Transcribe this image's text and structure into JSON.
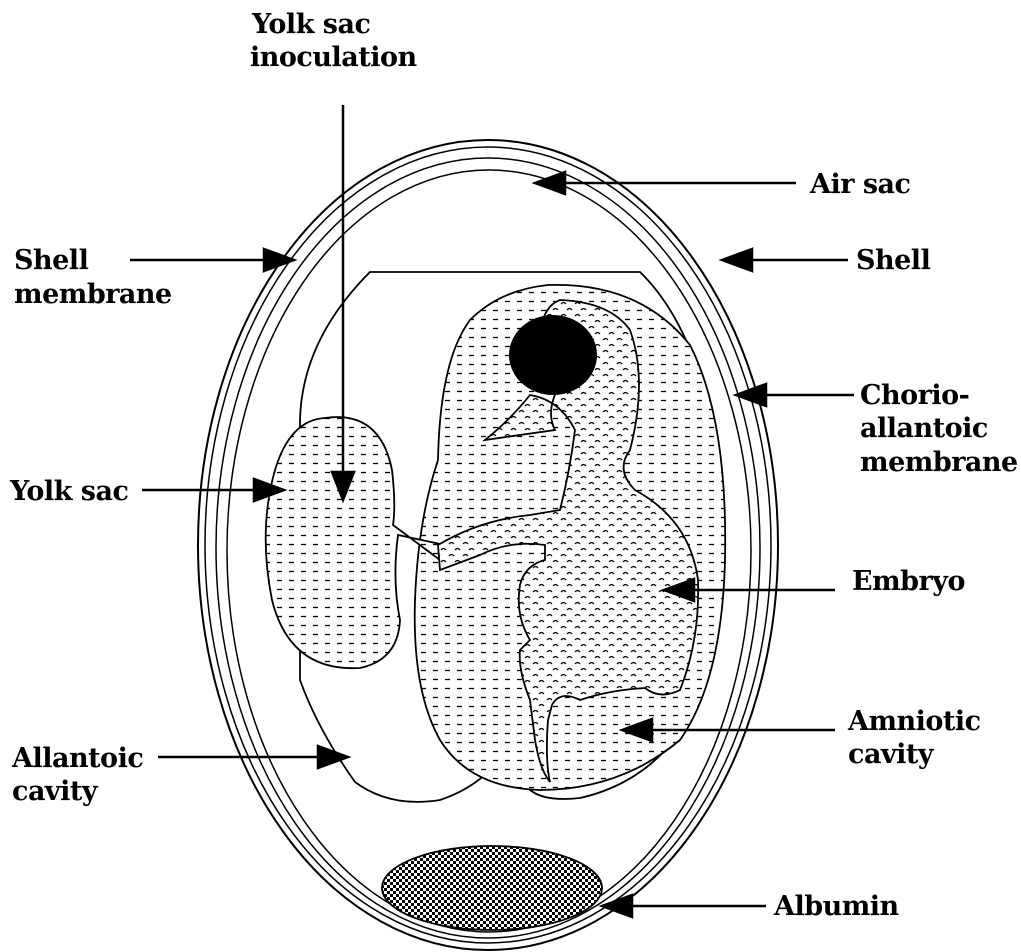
{
  "labels": {
    "yolk_sac_inoculation": [
      "Yolk sac",
      "inoculation"
    ],
    "air_sac": "Air sac",
    "shell": "Shell",
    "shell_membrane": [
      "Shell",
      "membrane"
    ],
    "chorioallantoic_membrane": [
      "Chorio-",
      "allantoic",
      "membrane"
    ],
    "yolk_sac": "Yolk sac",
    "embryo": "Embryo",
    "amniotic_cavity": [
      "Amniotic",
      "cavity"
    ],
    "allantoic_cavity": [
      "Allantoic",
      "cavity"
    ],
    "albumin": "Albumin"
  },
  "colors": {
    "line": "#000000",
    "background": "#ffffff"
  }
}
